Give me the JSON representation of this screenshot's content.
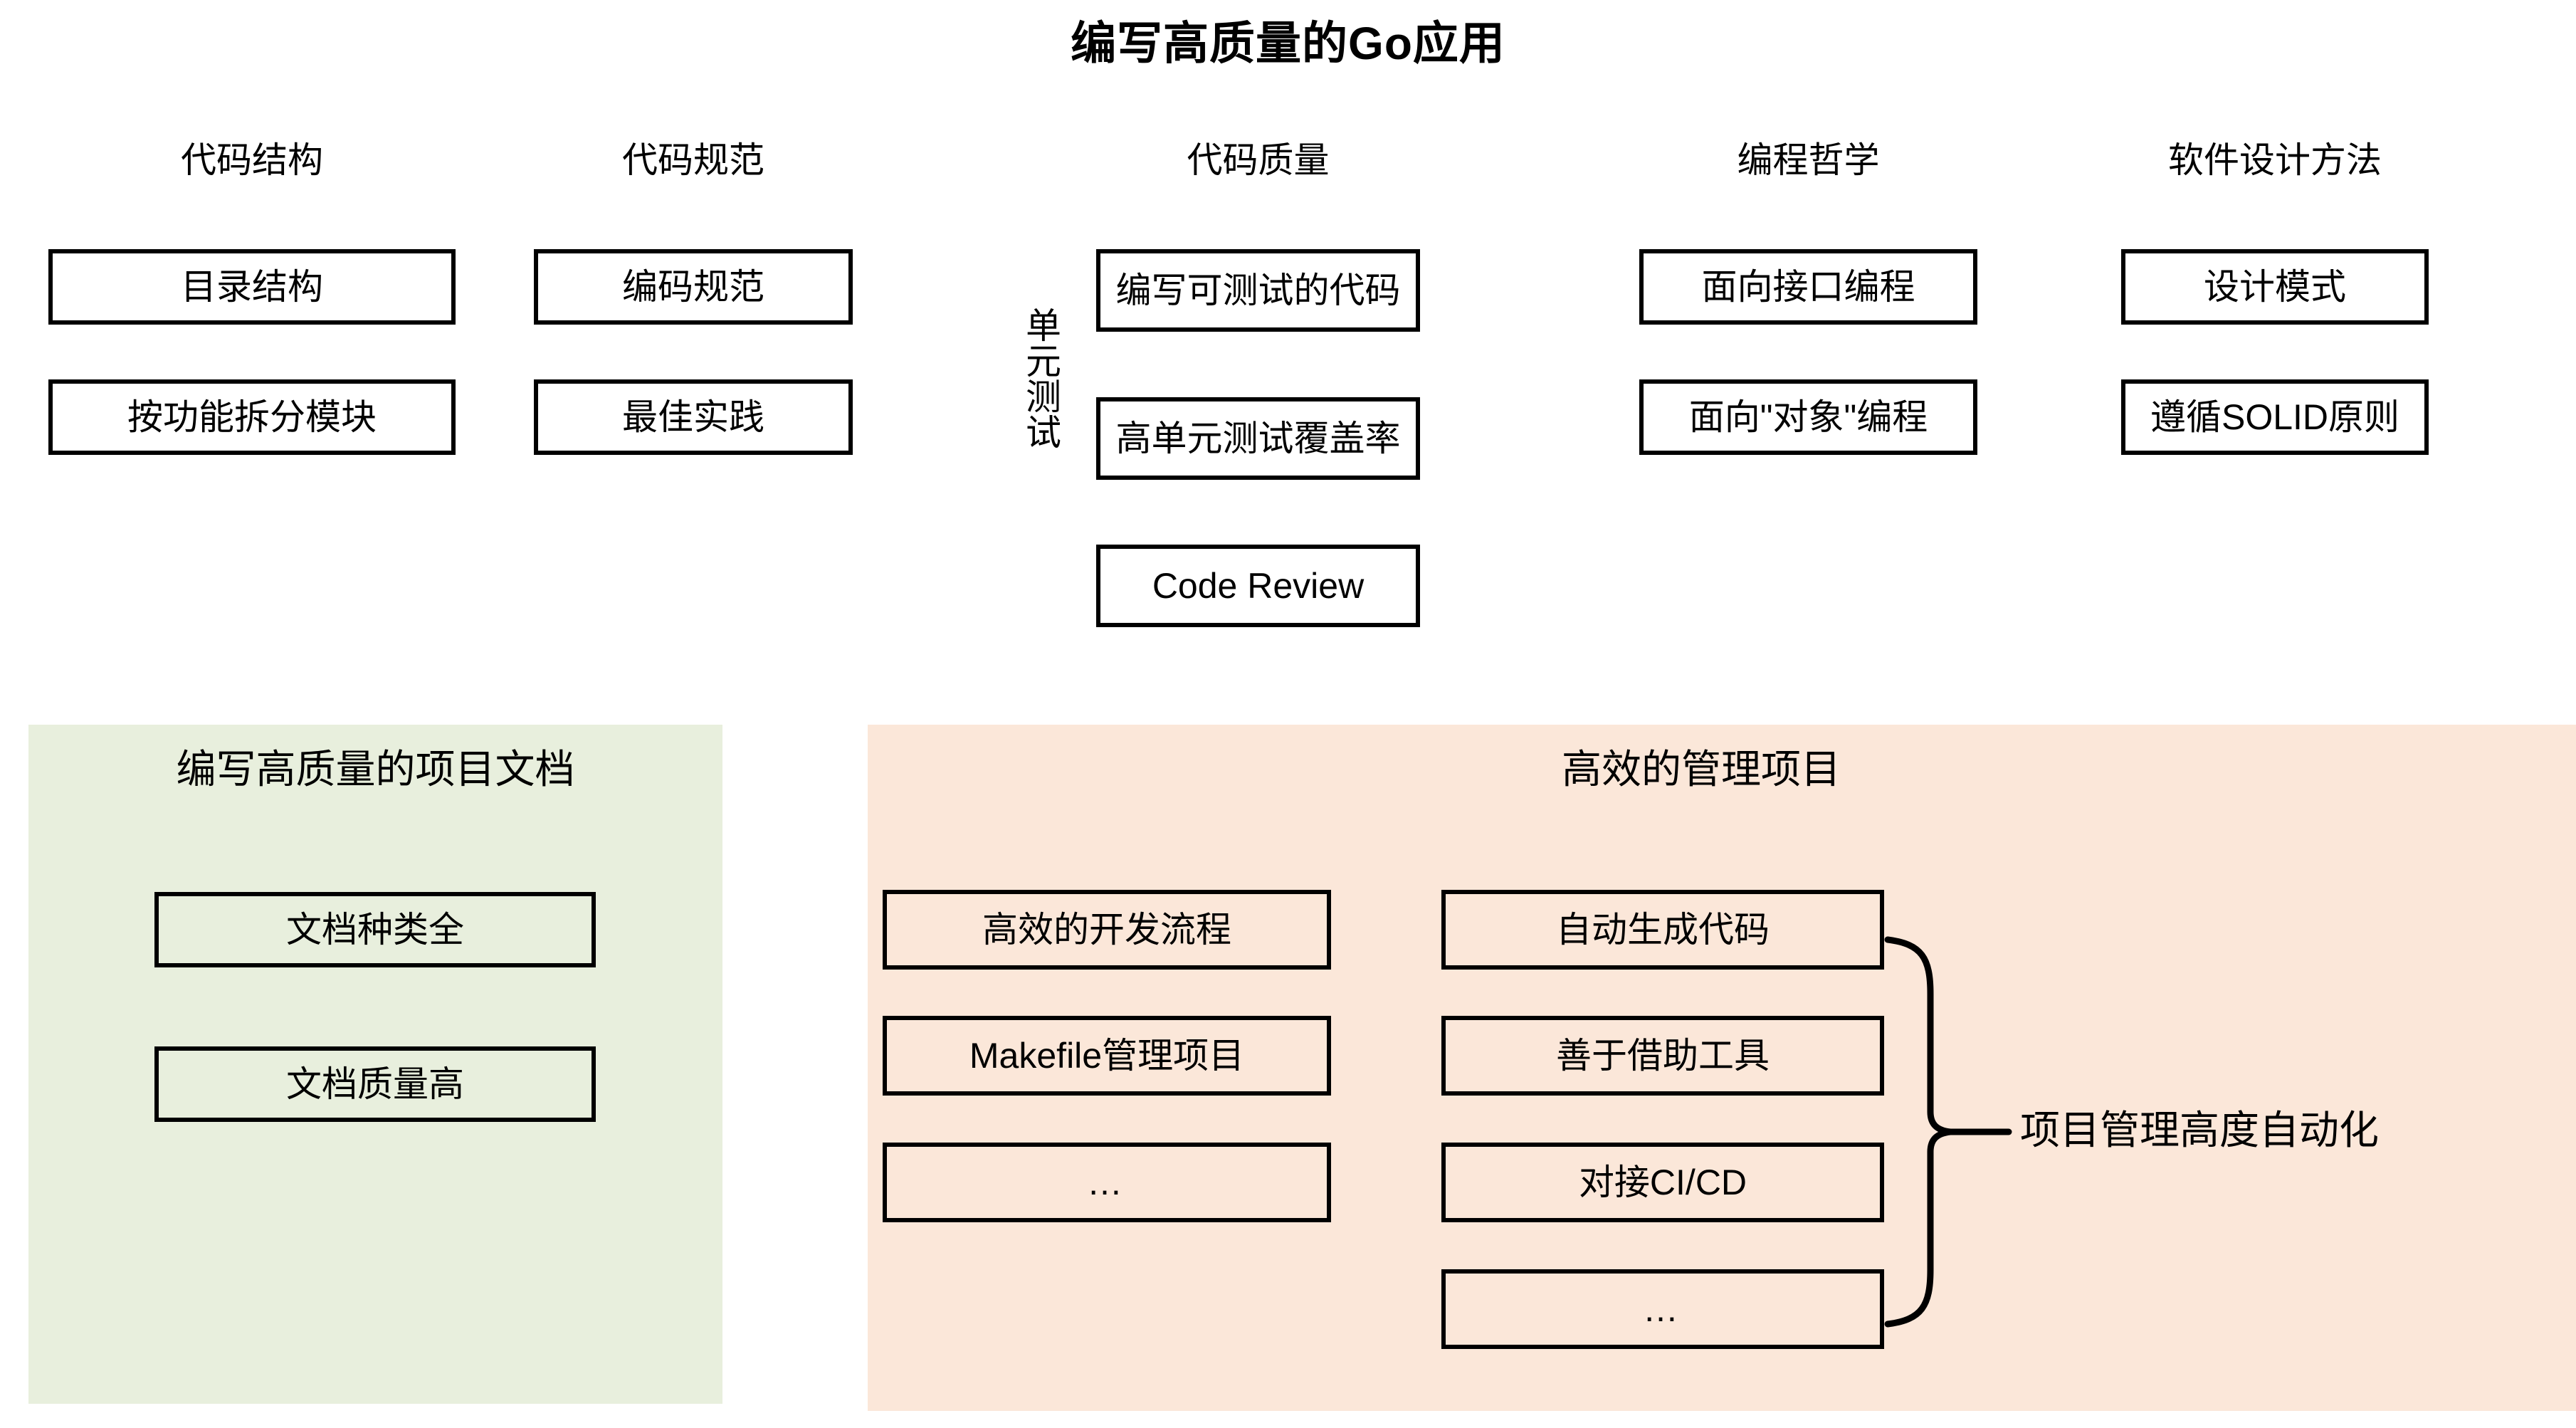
{
  "title": "编写高质量的Go应用",
  "columns": [
    {
      "header": "代码结构",
      "items": [
        "目录结构",
        "按功能拆分模块"
      ]
    },
    {
      "header": "代码规范",
      "items": [
        "编码规范",
        "最佳实践"
      ]
    },
    {
      "header": "代码质量",
      "side_label": "单元测试",
      "items": [
        "编写可测试的代码",
        "高单元测试覆盖率",
        "Code Review"
      ]
    },
    {
      "header": "编程哲学",
      "items": [
        "面向接口编程",
        "面向\"对象\"编程"
      ]
    },
    {
      "header": "软件设计方法",
      "items": [
        "设计模式",
        "遵循SOLID原则"
      ]
    }
  ],
  "panels": {
    "docs": {
      "header": "编写高质量的项目文档",
      "background": "#e8efdd",
      "items": [
        "文档种类全",
        "文档质量高"
      ]
    },
    "manage": {
      "header": "高效的管理项目",
      "background": "#fbe7d9",
      "left_items": [
        "高效的开发流程",
        "Makefile管理项目",
        "…"
      ],
      "right_items": [
        "自动生成代码",
        "善于借助工具",
        "对接CI/CD",
        "…"
      ],
      "brace_label": "项目管理高度自动化"
    }
  },
  "colors": {
    "stroke": "#000000",
    "text": "#000000",
    "background": "#ffffff"
  }
}
